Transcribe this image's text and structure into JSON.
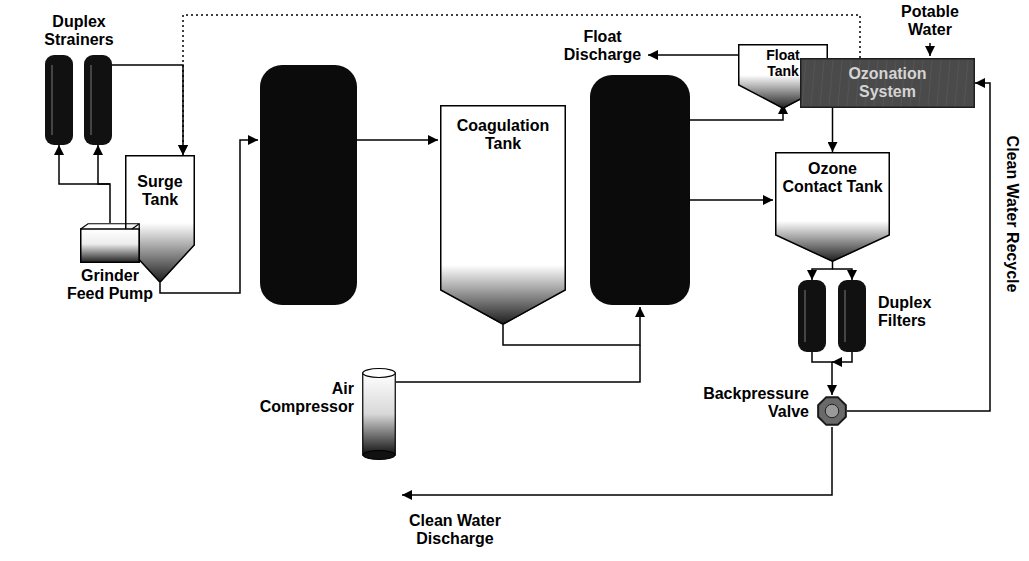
{
  "diagram": {
    "nodes": [
      {
        "text": [
          "Duplex Strainers"
        ]
      },
      {
        "text": [
          "Surge Tank"
        ]
      },
      {
        "text": [
          "Grinder Feed Pump"
        ]
      },
      {
        "text": [
          "Coagulation Tank"
        ]
      },
      {
        "text": [
          "Air Compressor"
        ]
      },
      {
        "text": [
          "Float Tank"
        ]
      },
      {
        "text": [
          "Ozonation System"
        ]
      },
      {
        "text": [
          "Ozone Contact Tank"
        ]
      },
      {
        "text": [
          "Duplex Filters"
        ]
      },
      {
        "text": [
          "Backpressure Valve"
        ]
      }
    ],
    "edges": [
      {
        "from": 2,
        "to": 0,
        "arrow": "to"
      },
      {
        "from": 0,
        "to": 1,
        "arrow": "to"
      },
      {
        "from": 6,
        "to": 1,
        "arrow": "to"
      },
      {
        "from": 6,
        "to": 7,
        "arrow": "to"
      },
      {
        "from": 7,
        "to": 8,
        "arrow": "to"
      },
      {
        "from": 8,
        "to": 9,
        "arrow": "to"
      },
      {
        "from": 9,
        "to": 6,
        "arrow": "to"
      }
    ],
    "labels": [
      "Potable Water",
      "Float Discharge",
      "Clean Water Discharge",
      "Clean Water Recycle"
    ]
  }
}
